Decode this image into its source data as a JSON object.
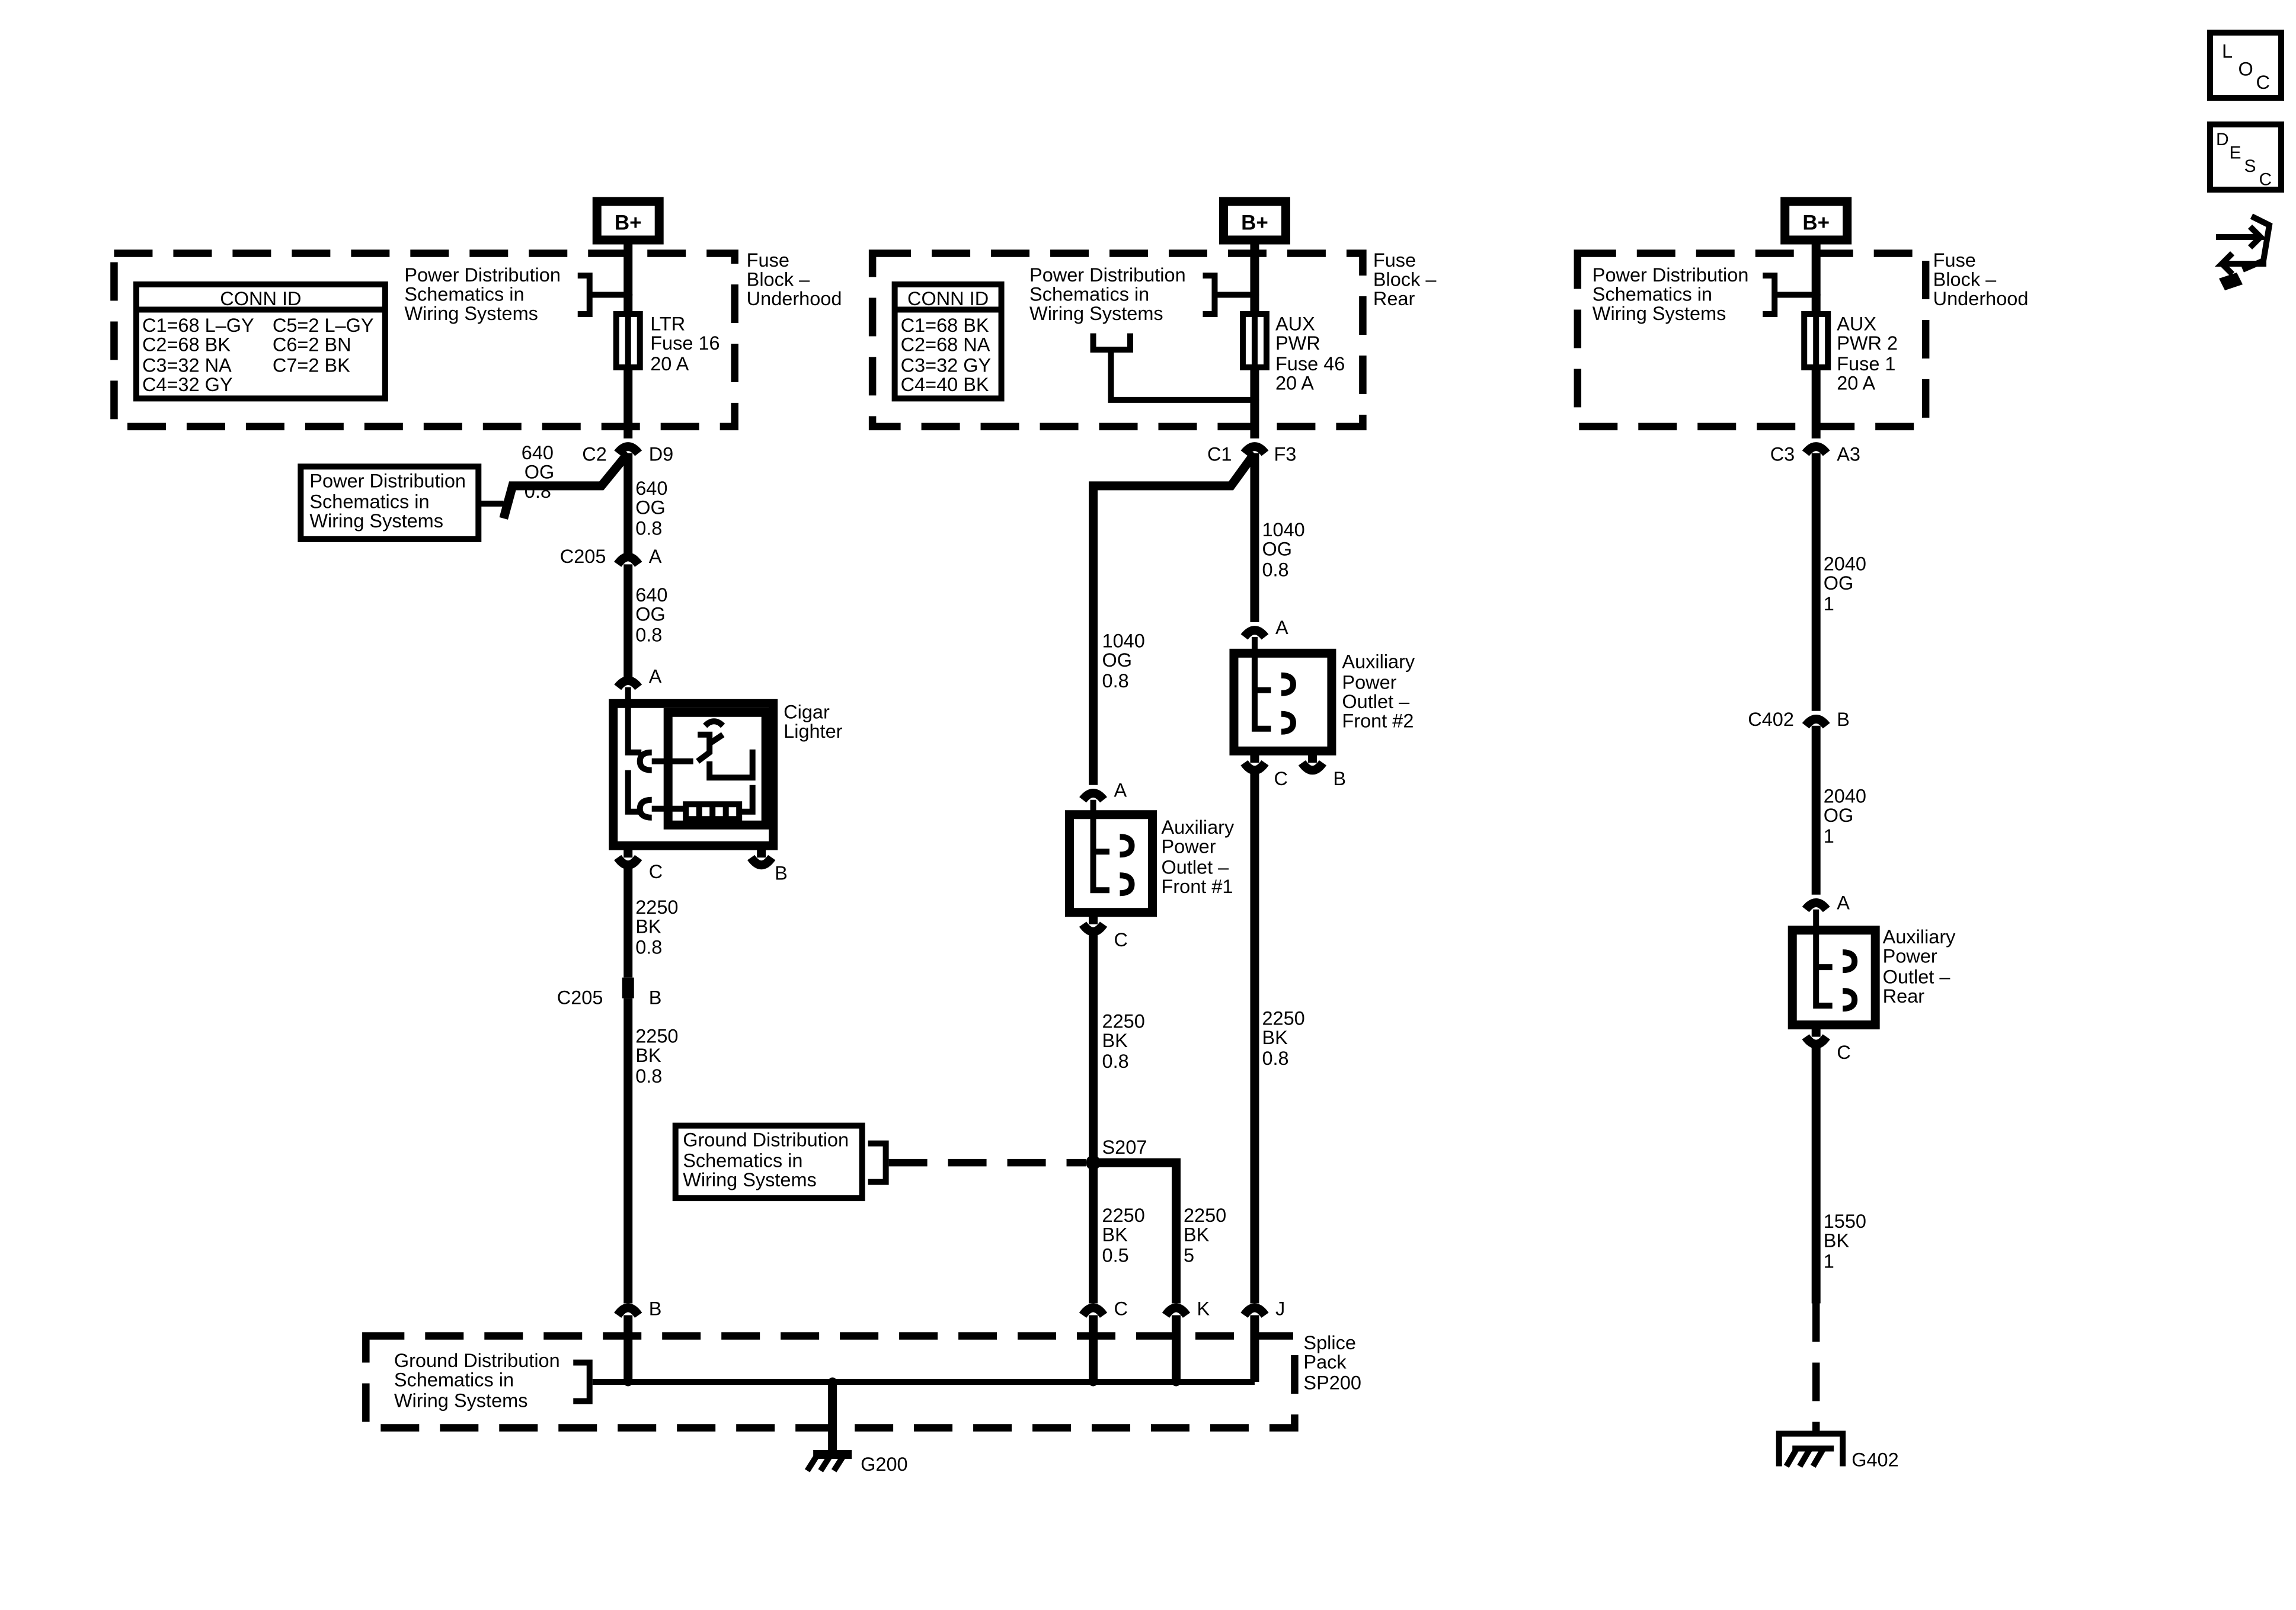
{
  "corner_icons": {
    "loc": {
      "l": "L",
      "o": "O",
      "c": "C"
    },
    "desc": {
      "d": "D",
      "e": "E",
      "s": "S",
      "c": "C"
    },
    "nav_icon": "connector-arrow-icon"
  },
  "circuit1": {
    "bplus": "B+",
    "fuse_block": [
      "Fuse",
      "Block –",
      "Underhood"
    ],
    "conn_id_title": "CONN ID",
    "conn_id_left": [
      "C1=68 L–GY",
      "C2=68 BK",
      "C3=32 NA",
      "C4=32 GY"
    ],
    "conn_id_right": [
      "C5=2 L–GY",
      "C6=2 BN",
      "C7=2 BK"
    ],
    "pd_ref_top": [
      "Power Distribution",
      "Schematics in",
      "Wiring Systems"
    ],
    "fuse": [
      "LTR",
      "Fuse 16",
      "20 A"
    ],
    "conn_c2": "C2",
    "pin_d9": "D9",
    "wire_branch": [
      "640",
      "OG",
      "0.8"
    ],
    "pd_ref_box": [
      "Power Distribution",
      "Schematics in",
      "Wiring Systems"
    ],
    "wire1": [
      "640",
      "OG",
      "0.8"
    ],
    "c205_top": "C205",
    "pin_a_c205": "A",
    "wire2": [
      "640",
      "OG",
      "0.8"
    ],
    "pin_a": "A",
    "cigar_lighter": [
      "Cigar",
      "Lighter"
    ],
    "pin_c": "C",
    "pin_b_lighter": "B",
    "wire3": [
      "2250",
      "BK",
      "0.8"
    ],
    "c205_bottom": "C205",
    "pin_b_c205": "B",
    "wire4": [
      "2250",
      "BK",
      "0.8"
    ],
    "pin_b_splice": "B"
  },
  "circuit2": {
    "bplus": "B+",
    "fuse_block": [
      "Fuse",
      "Block –",
      "Rear"
    ],
    "conn_id_title": "CONN ID",
    "conn_id": [
      "C1=68 BK",
      "C2=68 NA",
      "C3=32 GY",
      "C4=40 BK"
    ],
    "pd_ref": [
      "Power Distribution",
      "Schematics in",
      "Wiring Systems"
    ],
    "fuse": [
      "AUX",
      "PWR",
      "Fuse 46",
      "20 A"
    ],
    "conn_c1": "C1",
    "pin_f3": "F3",
    "wire_right": [
      "1040",
      "OG",
      "0.8"
    ],
    "pin_a_outlet2": "A",
    "outlet2": [
      "Auxiliary",
      "Power",
      "Outlet –",
      "Front #2"
    ],
    "pin_c_outlet2": "C",
    "pin_b_outlet2": "B",
    "wire_left": [
      "1040",
      "OG",
      "0.8"
    ],
    "pin_a_outlet1": "A",
    "outlet1": [
      "Auxiliary",
      "Power",
      "Outlet –",
      "Front #1"
    ],
    "pin_c_outlet1": "C",
    "wire_left_gnd": [
      "2250",
      "BK",
      "0.8"
    ],
    "wire_right_gnd": [
      "2250",
      "BK",
      "0.8"
    ],
    "gd_ref_box": [
      "Ground Distribution",
      "Schematics in",
      "Wiring Systems"
    ],
    "splice_s207": "S207",
    "wire_s207_c": [
      "2250",
      "BK",
      "0.5"
    ],
    "wire_s207_k": [
      "2250",
      "BK",
      "5"
    ],
    "pin_c_splice": "C",
    "pin_k_splice": "K",
    "pin_j_splice": "J"
  },
  "splice_pack": {
    "label": [
      "Splice",
      "Pack",
      "SP200"
    ],
    "gd_ref": [
      "Ground Distribution",
      "Schematics in",
      "Wiring Systems"
    ],
    "ground": "G200"
  },
  "circuit3": {
    "bplus": "B+",
    "fuse_block": [
      "Fuse",
      "Block –",
      "Underhood"
    ],
    "pd_ref": [
      "Power Distribution",
      "Schematics in",
      "Wiring Systems"
    ],
    "fuse": [
      "AUX",
      "PWR 2",
      "Fuse 1",
      "20 A"
    ],
    "conn_c3": "C3",
    "pin_a3": "A3",
    "wire1": [
      "2040",
      "OG",
      "1"
    ],
    "c402": "C402",
    "pin_b_c402": "B",
    "wire2": [
      "2040",
      "OG",
      "1"
    ],
    "pin_a_outlet": "A",
    "outlet": [
      "Auxiliary",
      "Power",
      "Outlet –",
      "Rear"
    ],
    "pin_c_outlet": "C",
    "wire3": [
      "1550",
      "BK",
      "1"
    ],
    "ground": "G402"
  }
}
